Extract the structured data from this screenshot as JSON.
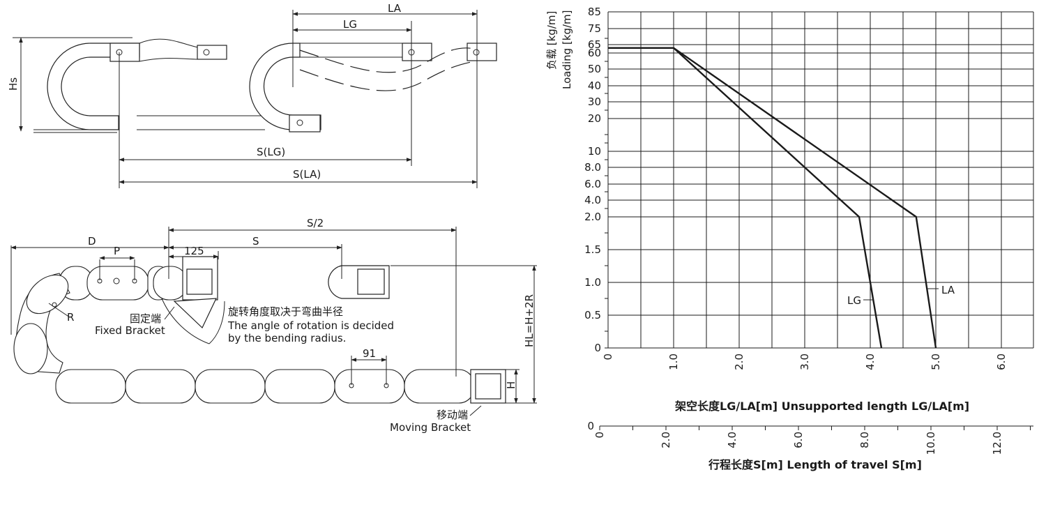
{
  "top_diagram": {
    "la": "LA",
    "lg": "LG",
    "hs": "Hs",
    "s_lg": "S(LG)",
    "s_la": "S(LA)"
  },
  "bottom_diagram": {
    "d": "D",
    "p": "P",
    "dim_125": "125",
    "s": "S",
    "s_half": "S/2",
    "r": "R",
    "dim_91": "91",
    "h": "H",
    "hl": "HL=H+2R",
    "fixed_cn": "固定端",
    "fixed_en": "Fixed Bracket",
    "moving_cn": "移动端",
    "moving_en": "Moving Bracket",
    "rotation_cn": "旋转角度取决于弯曲半径",
    "rotation_en1": "The angle of rotation is decided",
    "rotation_en2": "by the bending radius."
  },
  "chart": {
    "ylabel_cn": "负载 [kg/m]",
    "ylabel_en": "Loading [kg/m]",
    "xlabel": "架空长度LG/LA[m]  Unsupported length LG/LA[m]",
    "x2label": "行程长度S[m]  Length of travel S[m]",
    "y_ticks": [
      "85",
      "75",
      "65",
      "60",
      "50",
      "40",
      "30",
      "20",
      "10",
      "8.0",
      "6.0",
      "4.0",
      "2.0",
      "1.5",
      "1.0",
      "0.5",
      "0"
    ],
    "x_ticks": [
      "0",
      "1.0",
      "2.0",
      "3.0",
      "4.0",
      "5.0",
      "6.0"
    ],
    "x2_ticks": [
      "0",
      "2.0",
      "4.0",
      "6.0",
      "8.0",
      "10.0",
      "12.0"
    ],
    "lg_label": "LG",
    "la_label": "LA"
  },
  "chart_data": {
    "type": "line",
    "xlabel": "架空长度LG/LA[m]  Unsupported length LG/LA[m]",
    "ylabel": "负载 [kg/m] Loading [kg/m]",
    "xlim": [
      0,
      6.5
    ],
    "y_scale": "non-linear",
    "y_ticks": [
      0,
      0.5,
      1.0,
      1.5,
      2.0,
      4.0,
      6.0,
      8.0,
      10,
      20,
      30,
      40,
      50,
      60,
      65,
      75,
      85
    ],
    "grid": true,
    "series": [
      {
        "name": "LG",
        "x": [
          0,
          1.0,
          3.83,
          4.17
        ],
        "y": [
          63,
          63,
          2.0,
          0
        ]
      },
      {
        "name": "LA",
        "x": [
          0,
          1.0,
          4.7,
          5.0
        ],
        "y": [
          63,
          63,
          2.0,
          0
        ]
      }
    ],
    "secondary_x": {
      "label": "行程长度S[m]  Length of travel S[m]",
      "ticks": [
        0,
        2.0,
        4.0,
        6.0,
        8.0,
        10.0,
        12.0
      ]
    }
  }
}
